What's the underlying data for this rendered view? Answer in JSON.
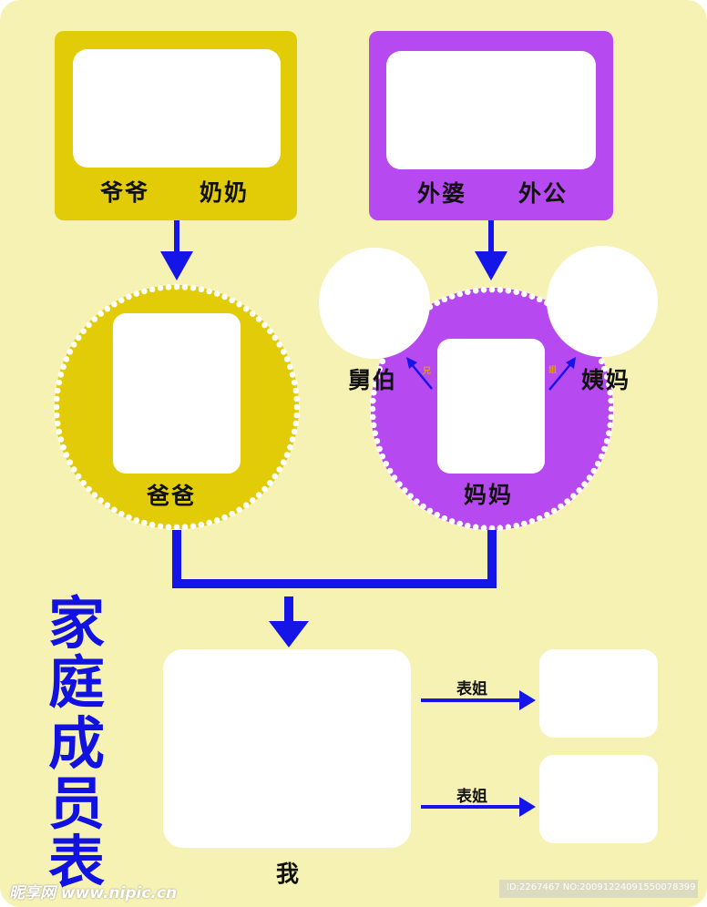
{
  "title_chars": [
    "家",
    "庭",
    "成",
    "员",
    "表"
  ],
  "labels": {
    "paternal_grandparents": [
      "爷爷",
      "奶奶"
    ],
    "maternal_grandparents": [
      "外婆",
      "外公"
    ],
    "father": "爸爸",
    "mother": "妈妈",
    "uncle": "舅伯",
    "aunt": "姨妈",
    "elder_brother_mark": "兄",
    "elder_sister_mark": "姐",
    "me": "我",
    "cousin_1": "表姐",
    "cousin_2": "表姐"
  },
  "watermark": {
    "logo": "昵享网 www.nipic.cn",
    "id": "ID:2267467 NO:20091224091550078399"
  },
  "colors": {
    "background": "#f6f2b4",
    "paternal": "#e2cb07",
    "maternal": "#b649ef",
    "arrow": "#1515e8",
    "frame": "#ffffff"
  }
}
